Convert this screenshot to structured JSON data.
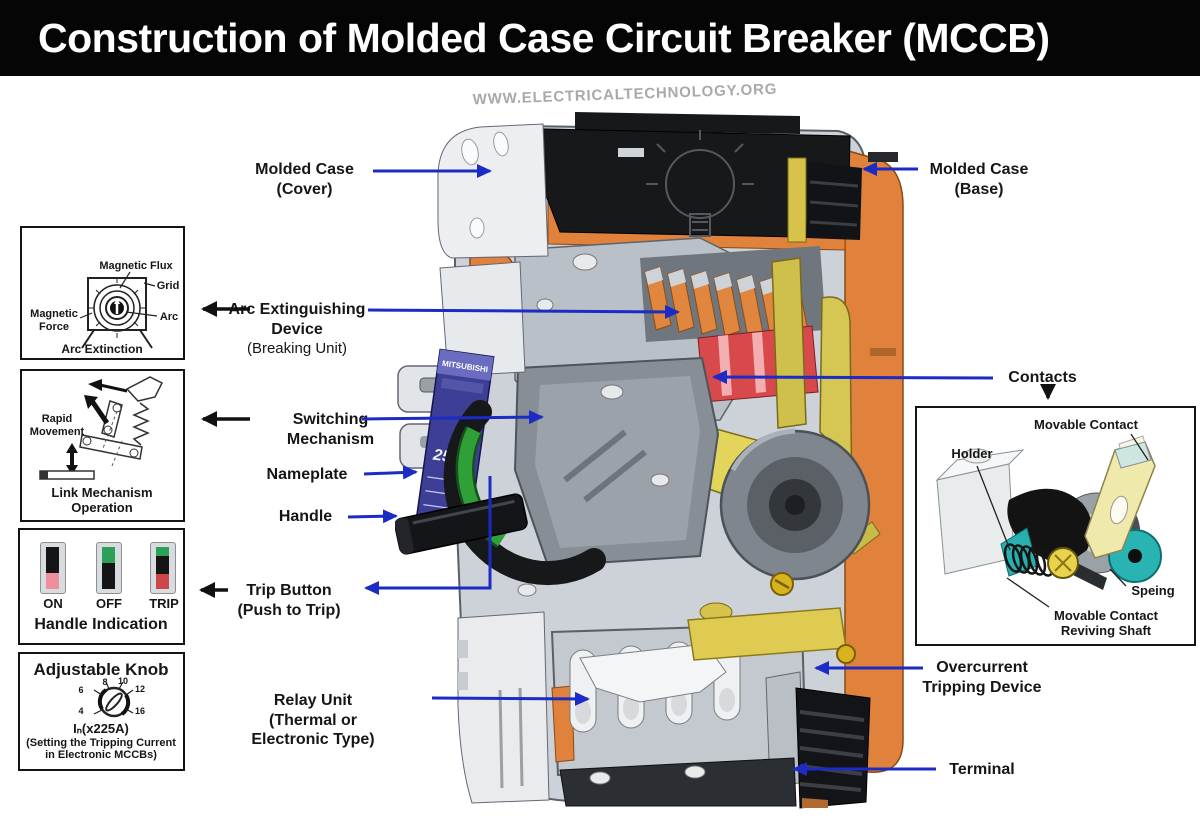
{
  "title": "Construction of Molded Case Circuit Breaker (MCCB)",
  "watermark": "WWW.ELECTRICALTECHNOLOGY.ORG",
  "callouts": {
    "molded_case_cover": [
      "Molded Case",
      "(Cover)"
    ],
    "molded_case_base": [
      "Molded Case",
      "(Base)"
    ],
    "arc_extinguishing_device": [
      "Arc Extinguishing",
      "Device",
      "(Breaking Unit)"
    ],
    "switching_mechanism": [
      "Switching",
      "Mechanism"
    ],
    "nameplate": "Nameplate",
    "handle": "Handle",
    "trip_button": [
      "Trip Button",
      "(Push to Trip)"
    ],
    "relay_unit": [
      "Relay Unit",
      "(Thermal or",
      "Electronic Type)"
    ],
    "contacts": "Contacts",
    "overcurrent_tripping_device": [
      "Overcurrent",
      "Tripping Device"
    ],
    "terminal": "Terminal"
  },
  "inset_arc_extinction": {
    "magnetic_flux": "Magnetic Flux",
    "grid": "Grid",
    "magnetic_force": [
      "Magnetic",
      "Force"
    ],
    "arc": "Arc",
    "caption": "Arc Extinction"
  },
  "inset_link_mechanism": {
    "rapid_movement": [
      "Rapid",
      "Movement"
    ],
    "caption": [
      "Link Mechanism",
      "Operation"
    ]
  },
  "inset_handle_indication": {
    "switches": [
      "ON",
      "OFF",
      "TRIP"
    ],
    "caption": "Handle Indication"
  },
  "inset_adjustable_knob": {
    "title": "Adjustable Knob",
    "dial": [
      "4",
      "6",
      "8",
      "10",
      "12",
      "16"
    ],
    "rating": "Iₙ(x225A)",
    "caption": [
      "(Setting the Tripping Current",
      "in Electronic MCCBs)"
    ]
  },
  "inset_contact_assembly": {
    "movable_contact": "Movable Contact",
    "holder": "Holder",
    "spring": "Speing",
    "shaft": [
      "Movable Contact",
      "Reviving Shaft"
    ]
  },
  "breaker": {
    "brand": "MITSUBISHI",
    "rating": "250A"
  },
  "colors": {
    "arrow_blue": "#1b2bc4",
    "case_orange": "#e0813c",
    "nameplate_blue": "#3d3e96",
    "trip_green": "#2f9f38",
    "brass_yellow": "#d4be4e",
    "contact_teal": "#2ab3b3",
    "arc_red": "#d8494b"
  }
}
